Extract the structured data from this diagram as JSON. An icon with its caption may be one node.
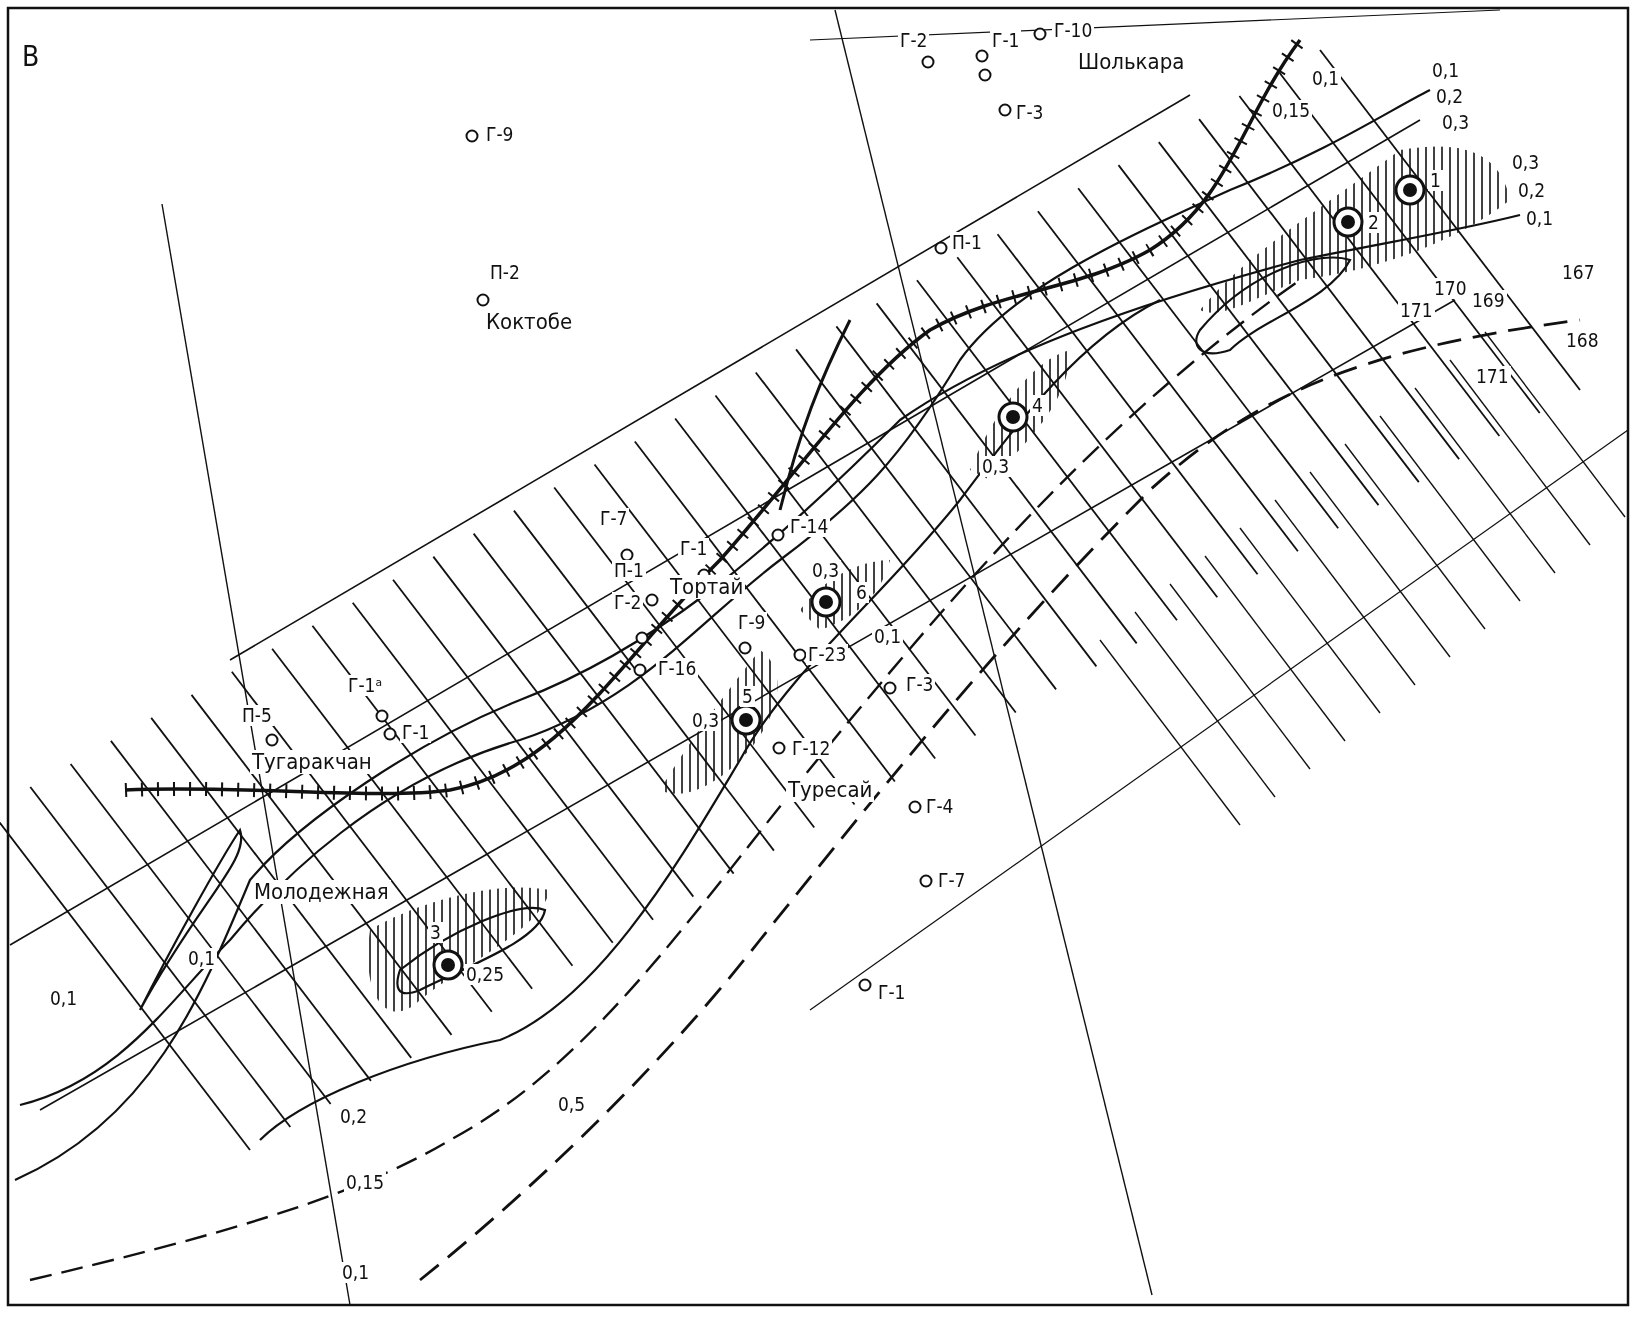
{
  "diagram": {
    "labels": [
      "В",
      "Г-2",
      "Г-1",
      "Г-10",
      "Шолькара",
      "Г-3",
      "0,1",
      "0,15",
      "0,1",
      "0,2",
      "0,3",
      "Г-9",
      "1",
      "2",
      "0,3",
      "0,2",
      "0,1",
      "П-1",
      "П-2",
      "Коктобе",
      "167",
      "169",
      "170",
      "171",
      "168",
      "171",
      "4",
      "0,3",
      "Г-7",
      "Г-14",
      "Г-1",
      "П-1",
      "Тортай",
      "Г-2",
      "0,3",
      "6",
      "Г-9",
      "Г-23",
      "0,1",
      "Г-16",
      "Г-3",
      "Г-1ᵃ",
      "П-5",
      "Г-1",
      "5",
      "0,3",
      "Тугаракчан",
      "Г-12",
      "Туресай",
      "Г-4",
      "Г-7",
      "Молодежная",
      "3",
      "0,25",
      "0,1",
      "0,1",
      "Г-1",
      "0,2",
      "0,5",
      "0,15",
      "0,1"
    ]
  }
}
